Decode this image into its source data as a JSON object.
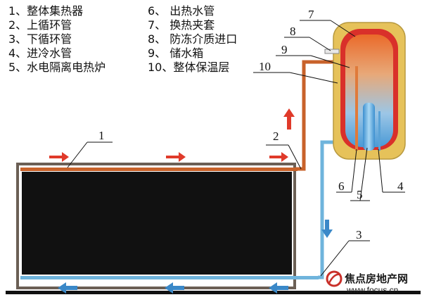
{
  "legend_left": [
    "1、整体集热器",
    "2、上循环管",
    "3、下循环管",
    "4、进冷水管",
    "5、水电隔离电热炉"
  ],
  "legend_right": [
    "6、  出热水管",
    "7、  换热夹套",
    "8、  防冻介质进口",
    "9、  储水箱",
    "10、整体保温层"
  ],
  "callouts": [
    "1",
    "2",
    "3",
    "4",
    "5",
    "6",
    "7",
    "8",
    "9",
    "10"
  ],
  "watermark": {
    "name": "焦点房地产网",
    "url": "www.focus.cn"
  },
  "colors": {
    "collector_panel": "#111111",
    "frame": "#6b5f55",
    "hot_pipe": "#c8622a",
    "cold_pipe": "#6fb4dc",
    "arrow_red": "#e03a2a",
    "arrow_blue": "#3a88c8",
    "insulation": "#e6c25a",
    "jacket": "#d9302a",
    "ground": "#111111"
  }
}
